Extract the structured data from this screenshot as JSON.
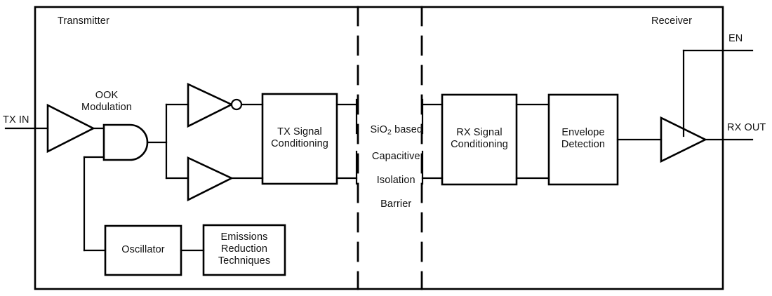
{
  "diagram": {
    "title_sections": {
      "transmitter": "Transmitter",
      "receiver": "Receiver"
    },
    "ports": {
      "tx_in": "TX IN",
      "rx_out": "RX OUT",
      "enable": "EN"
    },
    "annotations": {
      "ook": "OOK\nModulation"
    },
    "barrier": {
      "line1": "SiO",
      "sub": "2",
      "line1_tail": " based",
      "line2": "Capacitive",
      "line3": "Isolation",
      "line4": "Barrier"
    },
    "blocks": {
      "tx_signal_conditioning": "TX Signal\nConditioning",
      "rx_signal_conditioning": "RX Signal\nConditioning",
      "envelope_detection": "Envelope\nDetection",
      "oscillator": "Oscillator",
      "emissions_reduction": "Emissions\nReduction\nTechniques"
    },
    "colors": {
      "stroke": "#000000",
      "text": "#111111",
      "background": "#ffffff"
    }
  }
}
